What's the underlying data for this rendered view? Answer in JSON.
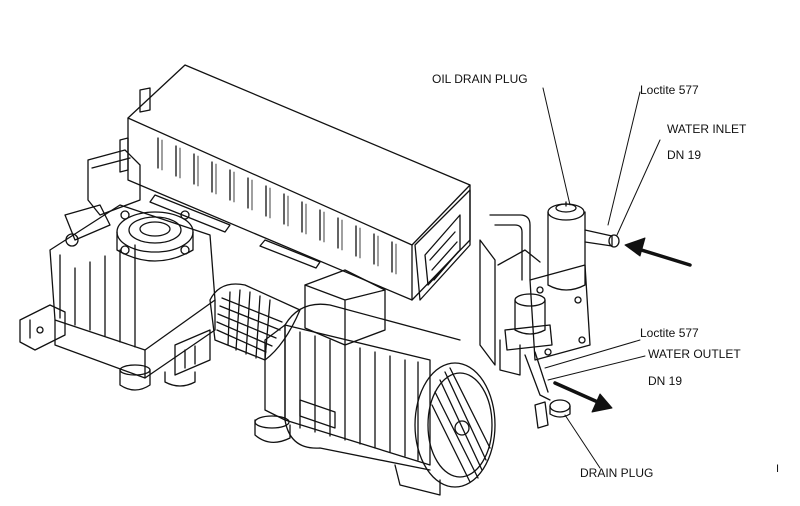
{
  "callouts": {
    "oil_drain_plug": "OIL DRAIN PLUG",
    "loctite_top": "Loctite 577",
    "water_inlet": "WATER INLET",
    "water_inlet_size": "DN 19",
    "loctite_bottom": "Loctite 577",
    "water_outlet": "WATER OUTLET",
    "water_outlet_size": "DN 19",
    "drain_plug": "DRAIN PLUG",
    "edge_mark": "I"
  },
  "icons": {
    "inlet_arrow": "arrow-inward-icon",
    "outlet_arrow": "arrow-outward-icon"
  },
  "colors": {
    "line": "#111111",
    "background": "#ffffff"
  }
}
